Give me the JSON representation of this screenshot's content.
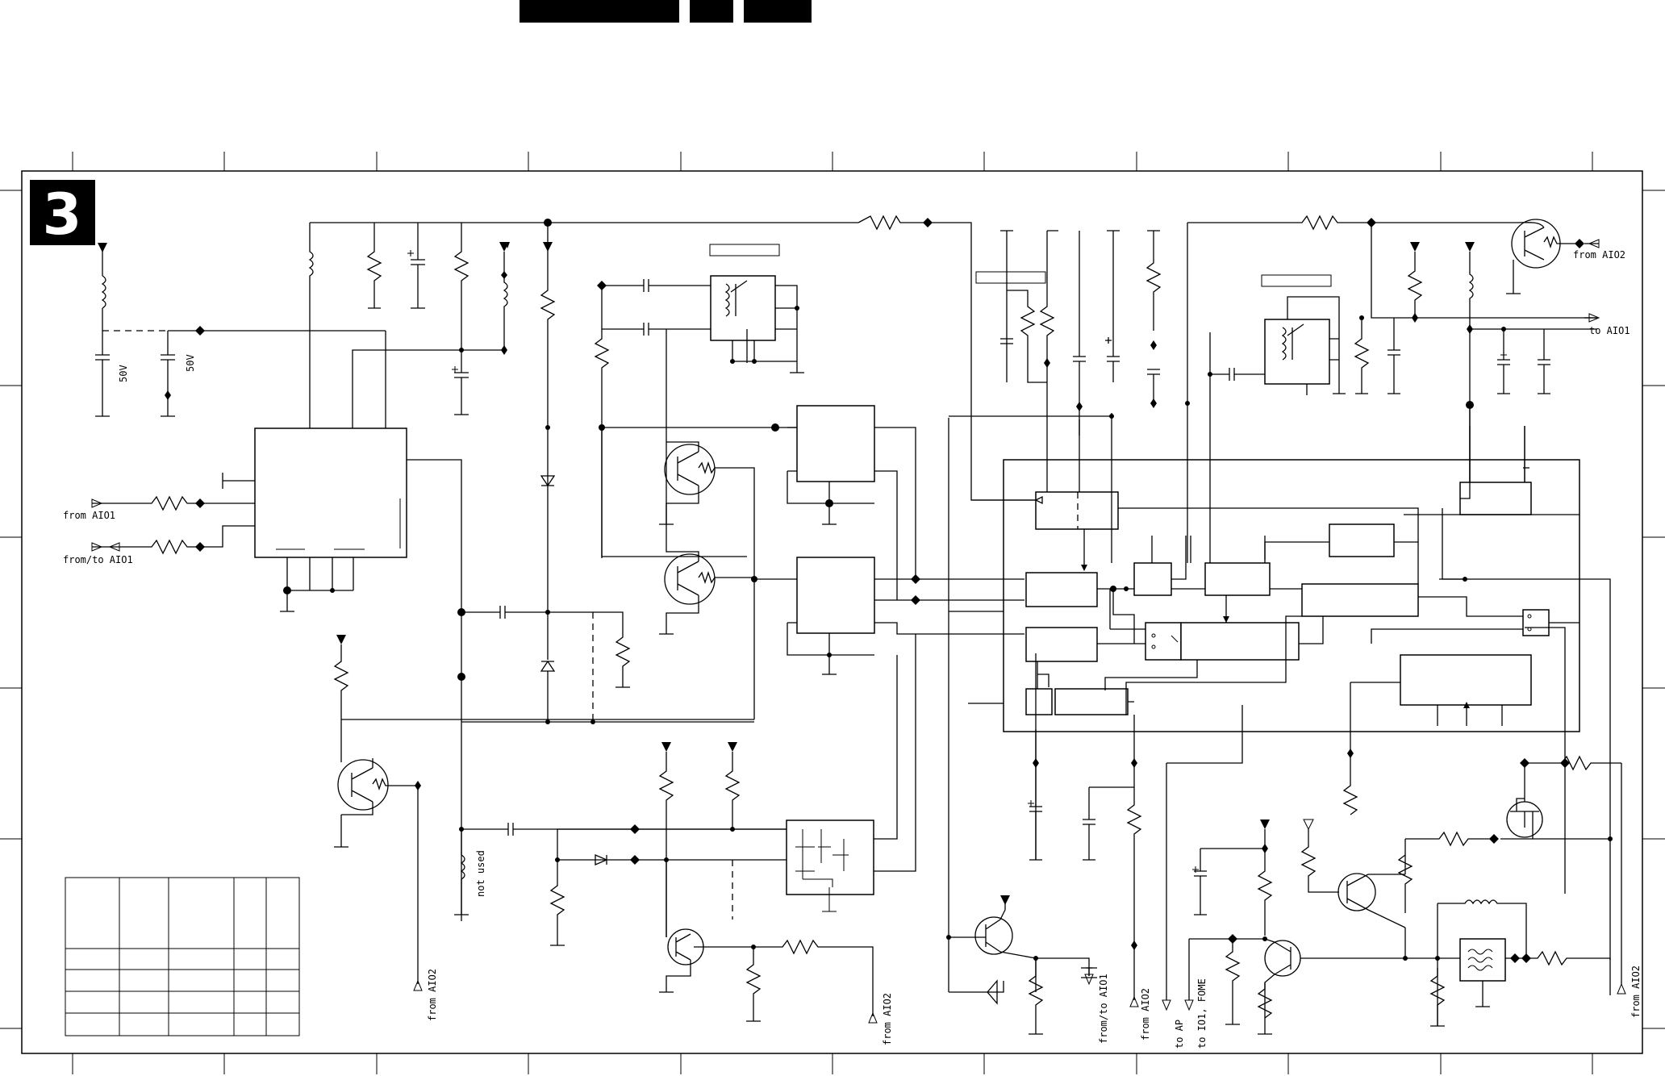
{
  "page": {
    "sheet_number": "3"
  },
  "labels": {
    "from_aio1": "from AIO1",
    "from_to_aio1_left": "from/to AIO1",
    "from_aio2_top": "from AIO2",
    "to_aio1_right": "to AIO1",
    "not_used": "not used",
    "from_aio2_a": "from AIO2",
    "from_aio2_b": "from AIO2",
    "from_to_aio1_bottom": "from/to AIO1",
    "from_aio2_c": "from AIO2",
    "to_ap": "to AP",
    "to_io1_fome": "to IO1, FOME",
    "from_aio2_d": "from AIO2",
    "cap_50v_a": "50V",
    "cap_50v_b": "50V"
  },
  "colors": {
    "ink": "#000000",
    "paper": "#ffffff"
  }
}
